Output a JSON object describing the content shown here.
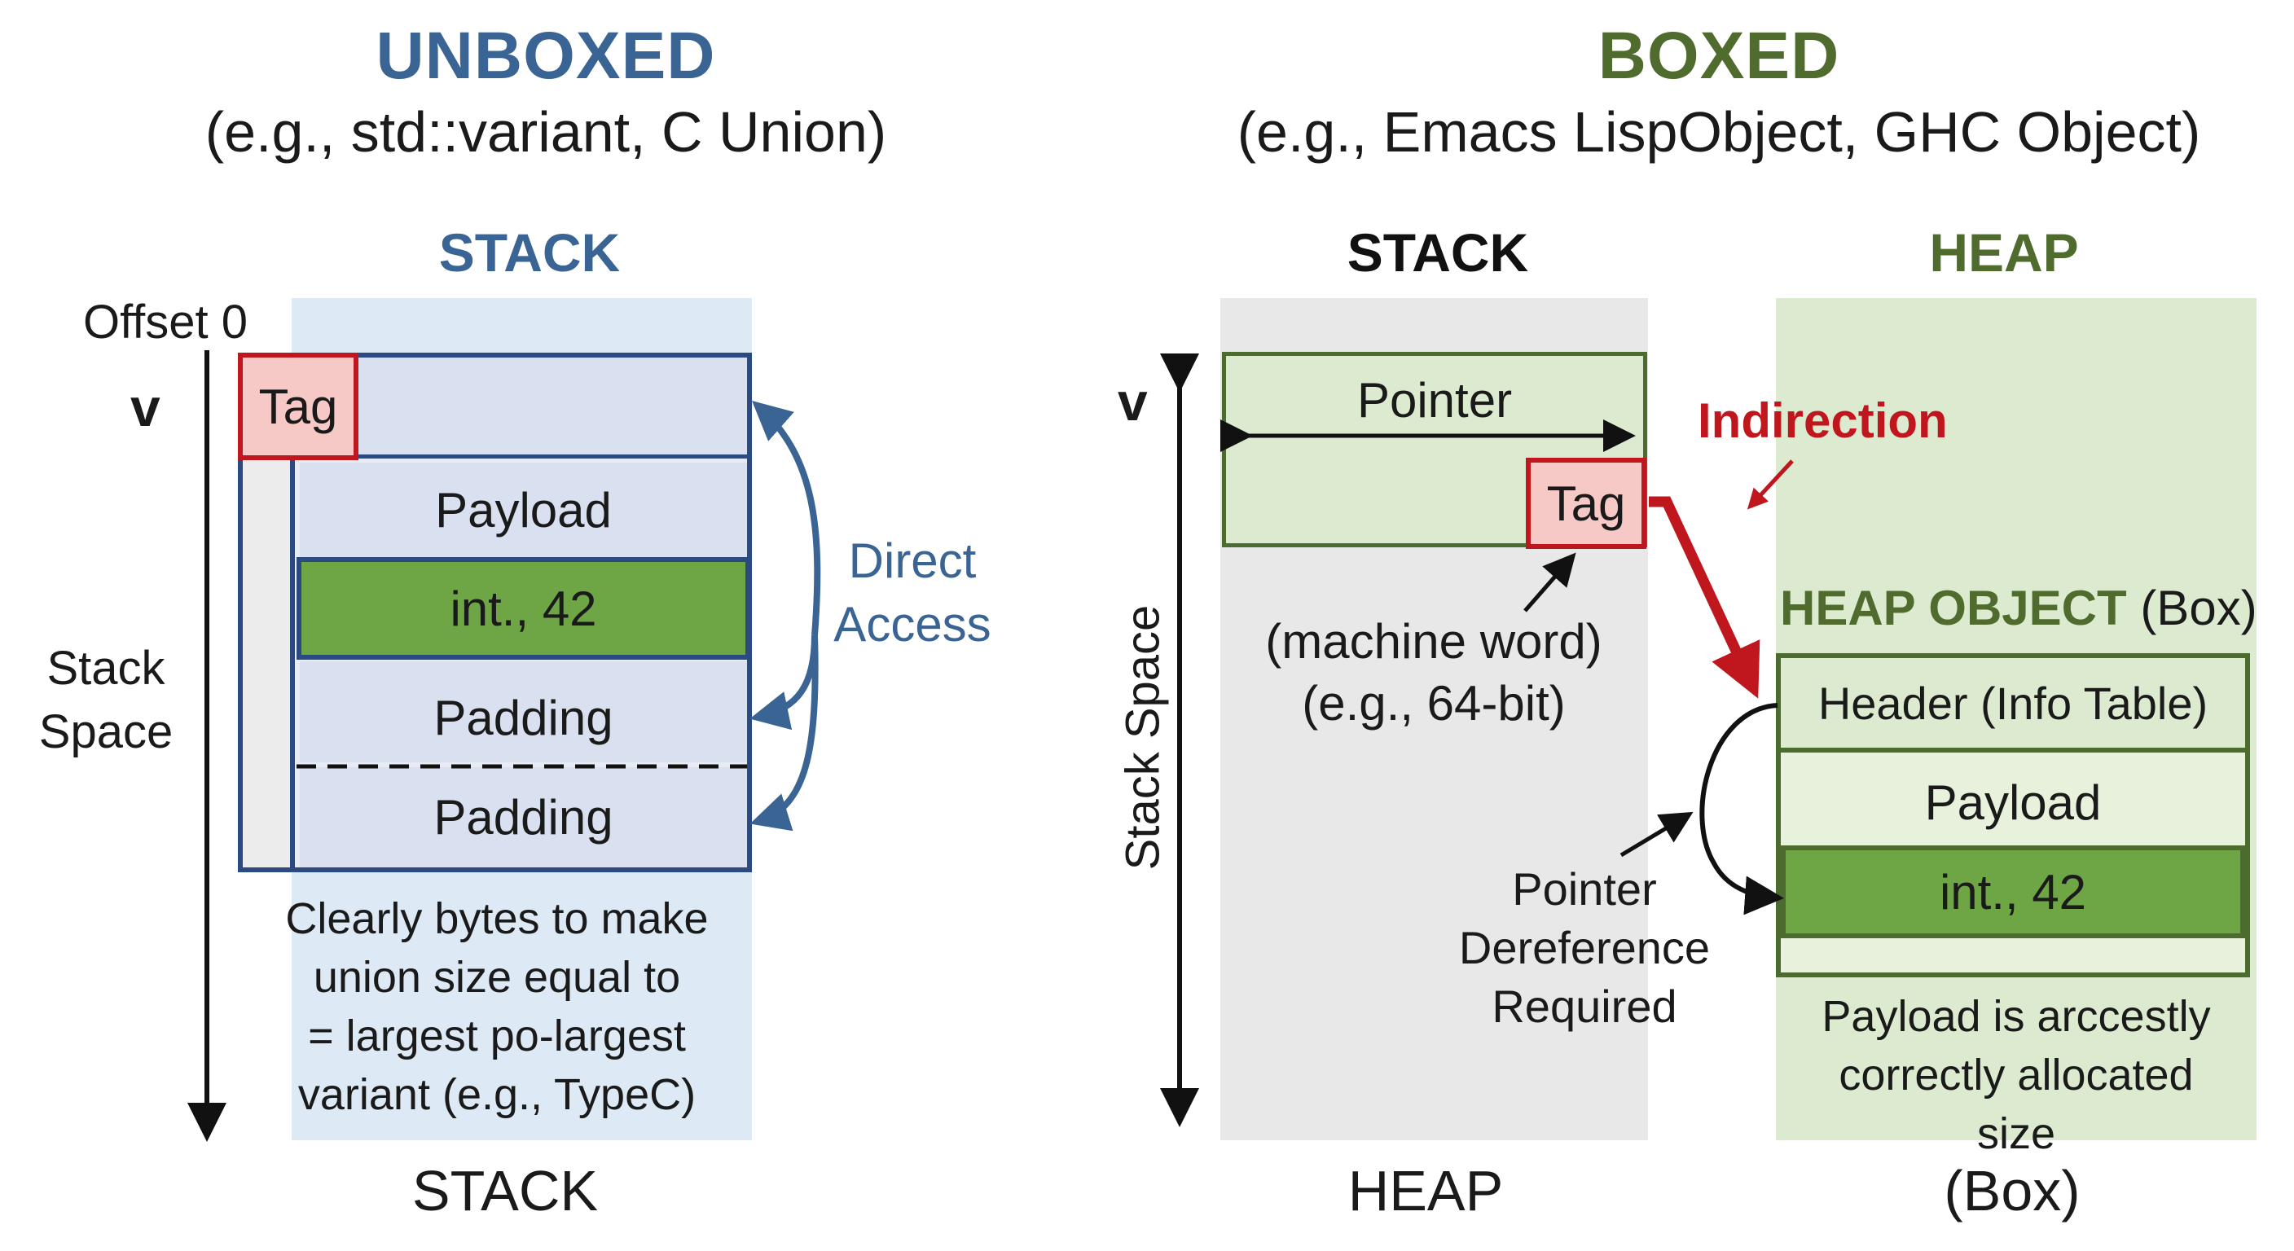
{
  "colors": {
    "unboxed_title": "#3a6494",
    "boxed_title": "#4f6b2e",
    "indirection": "#c0161e",
    "stack_bg": "#dde9f4",
    "stack_gray_bg": "#e8e8e8",
    "heap_bg": "#dcebd0",
    "tag_fill": "#f6c9c7",
    "int_fill": "#6ea646",
    "cell_fill": "#d9e0ef",
    "pointer_fill": "#dcebcf",
    "heap_cell_fill": "#e7f1dc"
  },
  "left": {
    "title": "UNBOXED",
    "subtitle": "(e.g., std::variant, C Union)",
    "stack_heading": "STACK",
    "offset_label": "Offset 0",
    "v_label": "v",
    "axis_label_line1": "Stack",
    "axis_label_line2": "Space",
    "tag_label": "Tag",
    "payload_label": "Payload",
    "int_label": "int., 42",
    "padding1_label": "Padding",
    "padding2_label": "Padding",
    "access_line1": "Direct",
    "access_line2": "Access",
    "note_line1": "Clearly bytes to make",
    "note_line2": "union size equal to",
    "note_line3": "= largest po-largest",
    "note_line4": "variant (e.g., TypeC)",
    "bottom_label": "STACK"
  },
  "right": {
    "title": "BOXED",
    "subtitle": "(e.g., Emacs LispObject, GHC Object)",
    "stack_heading": "STACK",
    "heap_heading": "HEAP",
    "v_label": "v",
    "axis_label": "Stack Space",
    "pointer_label": "Pointer",
    "tag_label": "Tag",
    "indirection_label": "Indirection",
    "machine_word_line1": "(machine word)",
    "machine_word_line2": "(e.g., 64-bit)",
    "heap_object_bold": "HEAP OBJECT",
    "heap_object_rest": " (Box)",
    "header_label": "Header (Info Table)",
    "payload_label": "Payload",
    "int_label": "int., 42",
    "deref_line1": "Pointer",
    "deref_line2": "Dereference",
    "deref_line3": "Required",
    "heap_note_line1": "Payload is arccestly",
    "heap_note_line2": "correctly allocated",
    "heap_note_line3": "size",
    "bottom_left_label": "HEAP",
    "bottom_right_label": "(Box)"
  }
}
